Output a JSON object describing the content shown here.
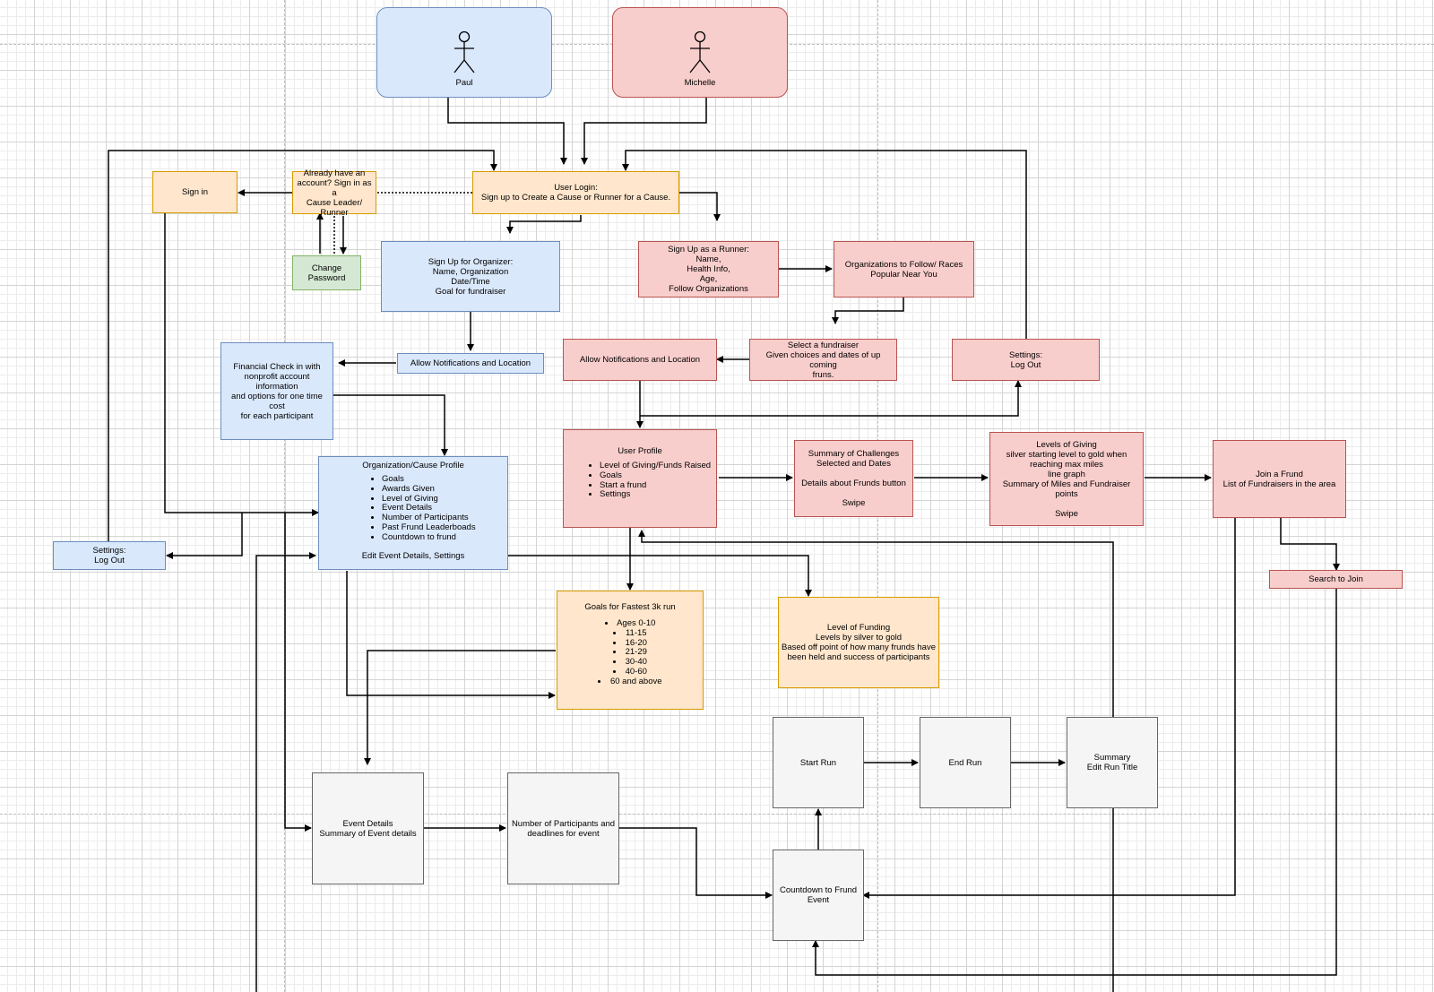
{
  "actors": {
    "paul": "Paul",
    "michelle": "Michelle"
  },
  "nodes": {
    "sign_in": "Sign in",
    "already_account": "Already have an\naccount? Sign in as a\nCause Leader/\nRunner",
    "user_login": "User Login:\nSign up to Create a Cause or Runner for a Cause.",
    "change_password": "Change\nPassword",
    "signup_organizer": "Sign Up for Organizer:\nName, Organization\nDate/Time\nGoal for fundraiser",
    "signup_runner": "Sign Up as a Runner:\nName,\nHealth Info,\nAge,\nFollow Organizations",
    "orgs_to_follow": "Organizations to Follow/ Races\nPopular Near You",
    "allow_notif_org": "Allow Notifications and Location",
    "financial_check": "Financial Check in with\nnonprofit account information\nand options for one time cost\nfor each participant",
    "allow_notif_runner": "Allow Notifications and Location",
    "select_fundraiser": "Select a fundraiser\nGiven choices and dates of up coming\nfruns.",
    "settings_runner": "Settings:\nLog Out",
    "org_profile": {
      "title": "Organization/Cause Profile",
      "items": [
        "Goals",
        "Awards Given",
        "Level of Giving",
        "Event Details",
        "Number of Participants",
        "Past Frund Leaderboads",
        "Countdown to frund"
      ],
      "footer": "Edit Event Details, Settings"
    },
    "settings_org": "Settings:\nLog Out",
    "user_profile": {
      "title": "User Profile",
      "items": [
        "Level of Giving/Funds Raised",
        "Goals",
        "Start a frund",
        "Settings"
      ]
    },
    "summary_challenges": "Summary of Challenges\nSelected and Dates\n\nDetails about Frunds button\n\nSwipe",
    "levels_of_giving": "Levels of Giving\nsilver starting level to gold when\nreaching max miles\nline graph\nSummary of Miles and Fundraiser points\n\nSwipe",
    "join_frund": "Join a Frund\nList of Fundraisers in the area",
    "search_to_join": "Search to Join",
    "goals_fastest": {
      "title": "Goals for Fastest 3k run",
      "items": [
        "Ages 0-10",
        "11-15",
        "16-20",
        "21-29",
        "30-40",
        "40-60",
        "60 and above"
      ]
    },
    "level_of_funding": "Level of Funding\nLevels by silver to gold\nBased off point of how many frunds have\nbeen held and success of participants",
    "start_run": "Start Run",
    "end_run": "End Run",
    "summary_run": "Summary\nEdit Run Title",
    "event_details": "Event Details\nSummary of Event details",
    "num_participants": "Number of Participants and\ndeadlines for event",
    "countdown": "Countdown to Frund\nEvent"
  },
  "colors": {
    "blue_fill": "#dae8fc",
    "blue_stroke": "#6c8ebf",
    "red_fill": "#f8cecc",
    "red_stroke": "#b85450",
    "orange_fill": "#ffe6cc",
    "orange_stroke": "#d79b00",
    "green_fill": "#d5e8d4",
    "green_stroke": "#82b366",
    "gray_fill": "#f5f5f5",
    "gray_stroke": "#666666"
  }
}
